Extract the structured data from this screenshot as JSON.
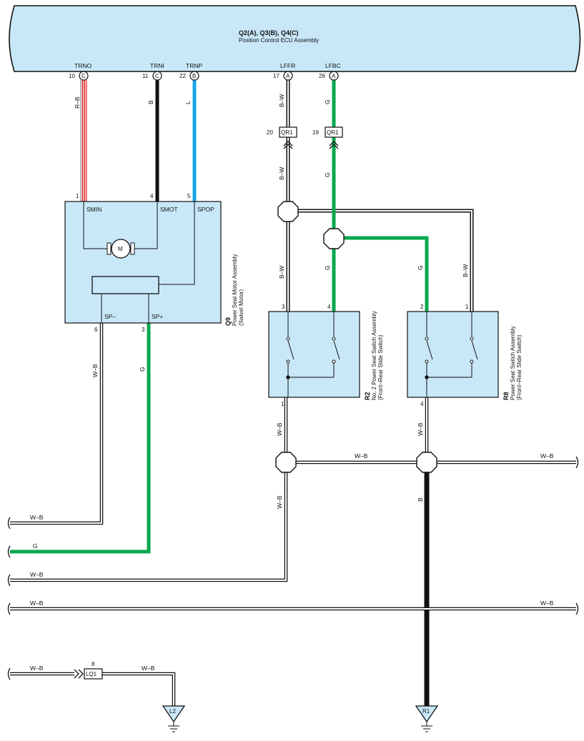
{
  "ecu": {
    "title": "Q2(A), Q3(B), Q4(C)",
    "subtitle": "Position Control ECU Assembly",
    "pins": [
      {
        "name": "TRNO",
        "num": "10",
        "conn": "C"
      },
      {
        "name": "TRNI",
        "num": "11",
        "conn": "C"
      },
      {
        "name": "TRNP",
        "num": "22",
        "conn": "B"
      },
      {
        "name": "LFFR",
        "num": "17",
        "conn": "A"
      },
      {
        "name": "LFBC",
        "num": "26",
        "conn": "A"
      }
    ]
  },
  "connectors": {
    "qr1_a": {
      "num": "20",
      "label": "QR1"
    },
    "qr1_b": {
      "num": "19",
      "label": "QR1"
    },
    "lq1": {
      "num": "8",
      "label": "LQ1"
    }
  },
  "motor": {
    "id": "Q9",
    "name": "Power Seat Motor Assembly",
    "sub": "(Swivel Motor)",
    "motor_symbol": "M",
    "terminals": [
      {
        "num": "1",
        "name": "SMIN"
      },
      {
        "num": "4",
        "name": "SMOT"
      },
      {
        "num": "5",
        "name": "SPOP"
      },
      {
        "num": "6",
        "name": "SP–"
      },
      {
        "num": "3",
        "name": "SP+"
      }
    ]
  },
  "switch_r2": {
    "id": "R2",
    "name": "No. 2 Power Seat Switch Assembly",
    "sub": "(Front–Rear Slide Switch)",
    "pins": [
      "3",
      "4",
      "1"
    ]
  },
  "switch_r8": {
    "id": "R8",
    "name": "Power Seat Switch Assembly",
    "sub": "(Front–Rear Slide Switch)",
    "pins": [
      "2",
      "1",
      "4"
    ]
  },
  "wire_colors": {
    "rb": "R–B",
    "b": "B",
    "l": "L",
    "bw": "B–W",
    "g": "G",
    "wb": "W–B"
  },
  "grounds": {
    "l2": "L2",
    "r1": "R1"
  },
  "colors": {
    "panel_fill": "#c8e8f8",
    "green": "#0aa84f",
    "blue": "#1aa5e6",
    "red": "#e2242a",
    "black": "#111111"
  }
}
